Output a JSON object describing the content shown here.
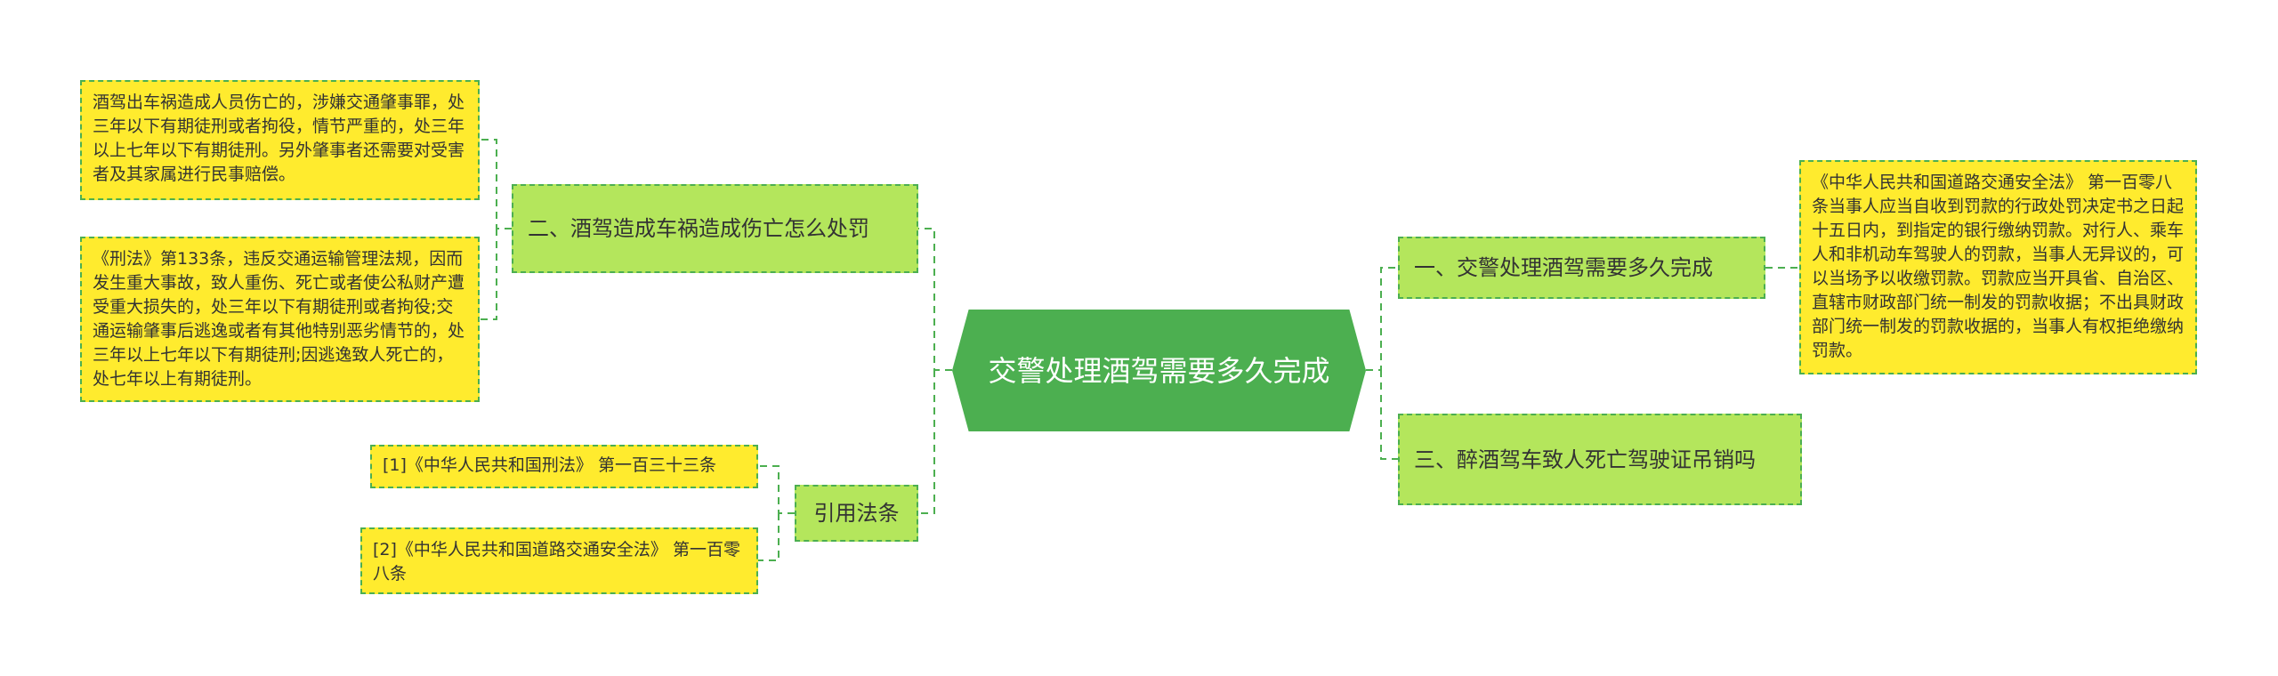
{
  "center": {
    "title": "交警处理酒驾需要多久完成"
  },
  "left": {
    "branch2": {
      "label": "二、酒驾造成车祸造成伤亡怎么处罚",
      "notes": [
        "酒驾出车祸造成人员伤亡的，涉嫌交通肇事罪，处三年以下有期徒刑或者拘役，情节严重的，处三年以上七年以下有期徒刑。另外肇事者还需要对受害者及其家属进行民事赔偿。",
        "《刑法》第133条，违反交通运输管理法规，因而发生重大事故，致人重伤、死亡或者使公私财产遭受重大损失的，处三年以下有期徒刑或者拘役;交通运输肇事后逃逸或者有其他特别恶劣情节的，处三年以上七年以下有期徒刑;因逃逸致人死亡的，处七年以上有期徒刑。"
      ]
    },
    "refs": {
      "label": "引用法条",
      "items": [
        "[1]《中华人民共和国刑法》 第一百三十三条",
        "[2]《中华人民共和国道路交通安全法》 第一百零八条"
      ]
    }
  },
  "right": {
    "branch1": {
      "label": "一、交警处理酒驾需要多久完成",
      "note": "《中华人民共和国道路交通安全法》 第一百零八条当事人应当自收到罚款的行政处罚决定书之日起十五日内，到指定的银行缴纳罚款。对行人、乘车人和非机动车驾驶人的罚款，当事人无异议的，可以当场予以收缴罚款。罚款应当开具省、自治区、直辖市财政部门统一制发的罚款收据；不出具财政部门统一制发的罚款收据的，当事人有权拒绝缴纳罚款。"
    },
    "branch3": {
      "label": "三、醉酒驾车致人死亡驾驶证吊销吗"
    }
  }
}
